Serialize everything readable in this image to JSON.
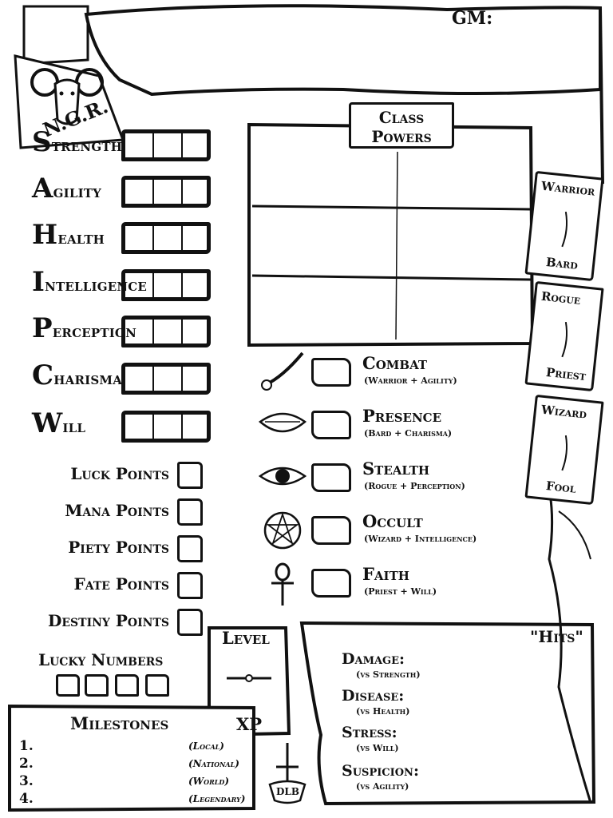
{
  "header": {
    "gm_label": "GM:"
  },
  "logo": {
    "text": "N.G.R."
  },
  "attributes": [
    {
      "initial": "S",
      "rest": "TRENGTH"
    },
    {
      "initial": "A",
      "rest": "GILITY"
    },
    {
      "initial": "H",
      "rest": "EALTH"
    },
    {
      "initial": "I",
      "rest": "NTELLIGENCE"
    },
    {
      "initial": "P",
      "rest": "ERCEPTION"
    },
    {
      "initial": "C",
      "rest": "HARISMA"
    },
    {
      "initial": "W",
      "rest": "ILL"
    }
  ],
  "class_powers": {
    "title_line1": "Class",
    "title_line2": "Powers"
  },
  "classes": [
    {
      "top": "Warrior",
      "bottom": "Bard"
    },
    {
      "top": "Rogue",
      "bottom": "Priest"
    },
    {
      "top": "Wizard",
      "bottom": "Fool"
    }
  ],
  "points": [
    {
      "label": "Luck Points"
    },
    {
      "label": "Mana Points"
    },
    {
      "label": "Piety Points"
    },
    {
      "label": "Fate Points"
    },
    {
      "label": "Destiny Points"
    }
  ],
  "lucky_numbers": {
    "label": "Lucky Numbers"
  },
  "skills": [
    {
      "name": "Combat",
      "sub": "(Warrior + Agility)",
      "icon": "sword-icon"
    },
    {
      "name": "Presence",
      "sub": "(Bard + Charisma)",
      "icon": "mouth-icon"
    },
    {
      "name": "Stealth",
      "sub": "(Rogue + Perception)",
      "icon": "eye-icon"
    },
    {
      "name": "Occult",
      "sub": "(Wizard + Intelligence)",
      "icon": "pentagram-icon"
    },
    {
      "name": "Faith",
      "sub": "(Priest + Will)",
      "icon": "ankh-icon"
    }
  ],
  "level": {
    "label": "Level",
    "xp_label": "XP"
  },
  "hits": {
    "title": "\"Hits\"",
    "rows": [
      {
        "label": "Damage:",
        "sub": "(vs Strength)"
      },
      {
        "label": "Disease:",
        "sub": "(vs Health)"
      },
      {
        "label": "Stress:",
        "sub": "(vs Will)"
      },
      {
        "label": "Suspicion:",
        "sub": "(vs Agility)"
      }
    ]
  },
  "milestones": {
    "title": "Milestones",
    "rows": [
      {
        "num": "1.",
        "scope": "(Local)"
      },
      {
        "num": "2.",
        "scope": "(National)"
      },
      {
        "num": "3.",
        "scope": "(World)"
      },
      {
        "num": "4.",
        "scope": "(Legendary)"
      }
    ]
  },
  "emblem": {
    "text": "DLB"
  }
}
